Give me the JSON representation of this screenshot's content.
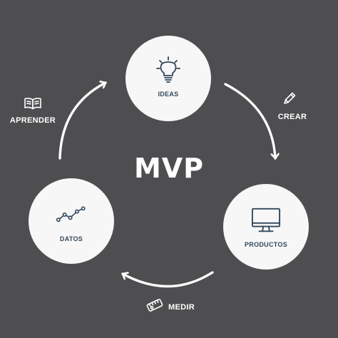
{
  "diagram": {
    "center_title": "MVP",
    "nodes": {
      "ideas": {
        "label": "IDEAS",
        "icon": "lightbulb-icon"
      },
      "products": {
        "label": "PRODUCTOS",
        "icon": "monitor-icon"
      },
      "data": {
        "label": "DATOS",
        "icon": "line-chart-icon"
      }
    },
    "steps": {
      "learn": {
        "label": "APRENDER",
        "icon": "open-book-icon"
      },
      "create": {
        "label": "CREAR",
        "icon": "pencil-icon"
      },
      "measure": {
        "label": "MEDIR",
        "icon": "tape-measure-icon"
      }
    },
    "colors": {
      "background": "#4e4e50",
      "node_fill": "#f7f7f7",
      "icon_and_label": "#33485c",
      "arrows_and_text": "#ffffff"
    }
  }
}
